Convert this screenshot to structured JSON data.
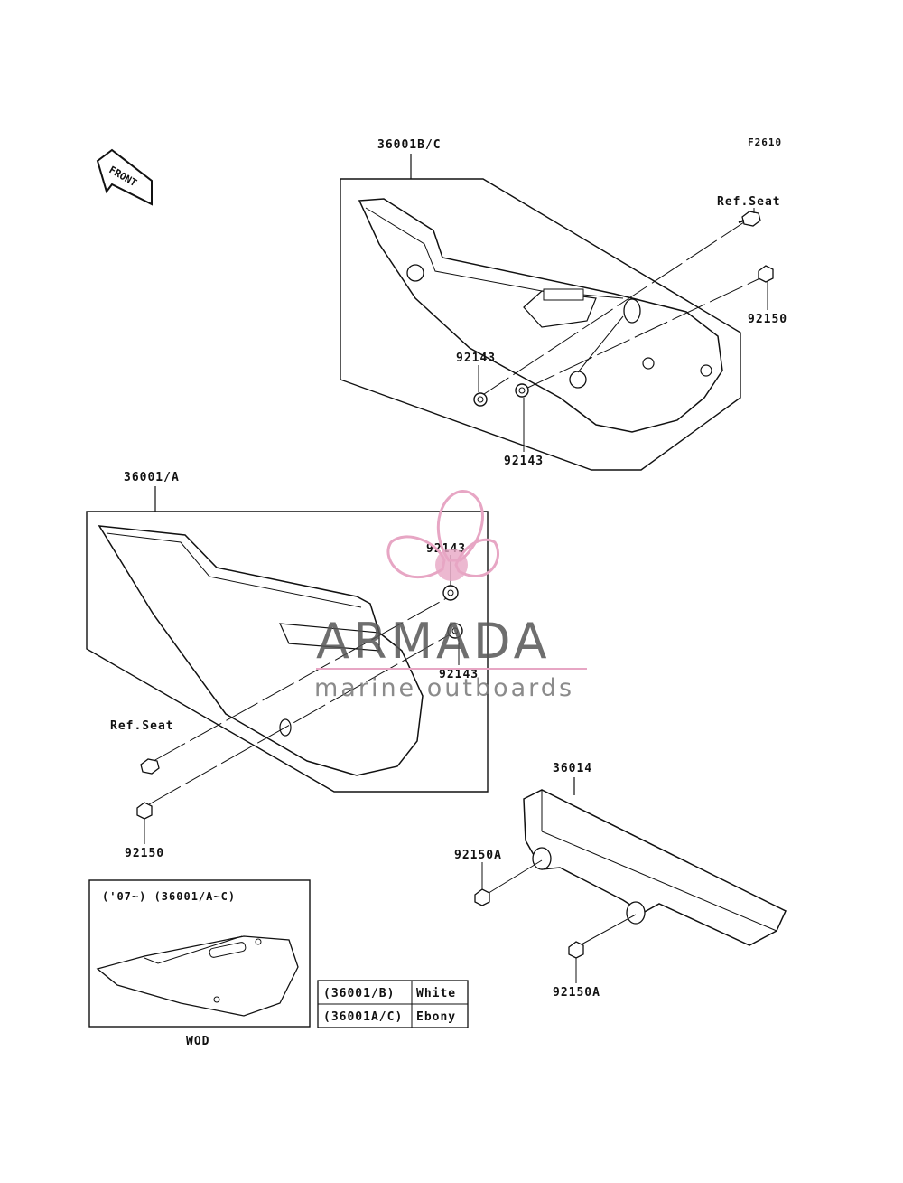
{
  "diagram": {
    "code": "F2610",
    "front_label": "FRONT",
    "upper_group": {
      "part": "36001B/C",
      "ref_seat": "Ref.Seat",
      "bolt": "92150",
      "washer_a": "92143",
      "washer_b": "92143"
    },
    "middle_group": {
      "part": "36001/A",
      "washer_a": "92143",
      "washer_b": "92143",
      "ref_seat": "Ref.Seat",
      "bolt": "92150"
    },
    "chain_guard": {
      "part": "36014",
      "bolt_a": "92150A",
      "bolt_b": "92150A"
    },
    "inset": {
      "title": "('07~) (36001/A~C)",
      "caption": "WOD"
    },
    "color_table": [
      {
        "part": "(36001/B)",
        "color": "White"
      },
      {
        "part": "(36001A/C)",
        "color": "Ebony"
      }
    ]
  },
  "watermark": {
    "brand": "ARMADA",
    "tagline": "marine outboards",
    "accent_color": "#e7a6c4"
  }
}
